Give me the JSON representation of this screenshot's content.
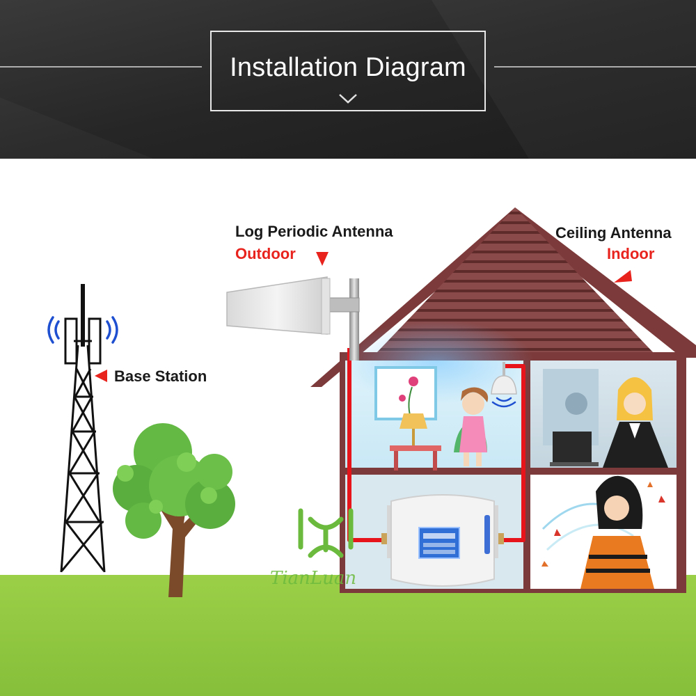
{
  "header": {
    "title": "Installation Diagram",
    "chevron_icon": "chevron-down-icon"
  },
  "labels": {
    "log_periodic_antenna": "Log Periodic Antenna",
    "outdoor": "Outdoor",
    "ceiling_antenna": "Ceiling Antenna",
    "indoor": "Indoor",
    "base_station": "Base Station"
  },
  "watermark": "TianLuan",
  "colors": {
    "header_bg": "#2b2b2b",
    "accent_red": "#e8231e",
    "cable_red": "#e8141b",
    "roof_brown": "#6b2e2e",
    "wall_brown": "#7d3a3a",
    "signal_blue": "#1f4fd1",
    "grass_green": "#8fc641",
    "tree_green": "#5fb845",
    "logo_green": "#6cba3d"
  },
  "icons": [
    "cell-tower-icon",
    "signal-wave-icon",
    "log-periodic-antenna-icon",
    "ceiling-antenna-icon",
    "signal-repeater-icon",
    "tree-icon",
    "house-icon",
    "red-arrow-icon",
    "brand-logo-icon"
  ]
}
